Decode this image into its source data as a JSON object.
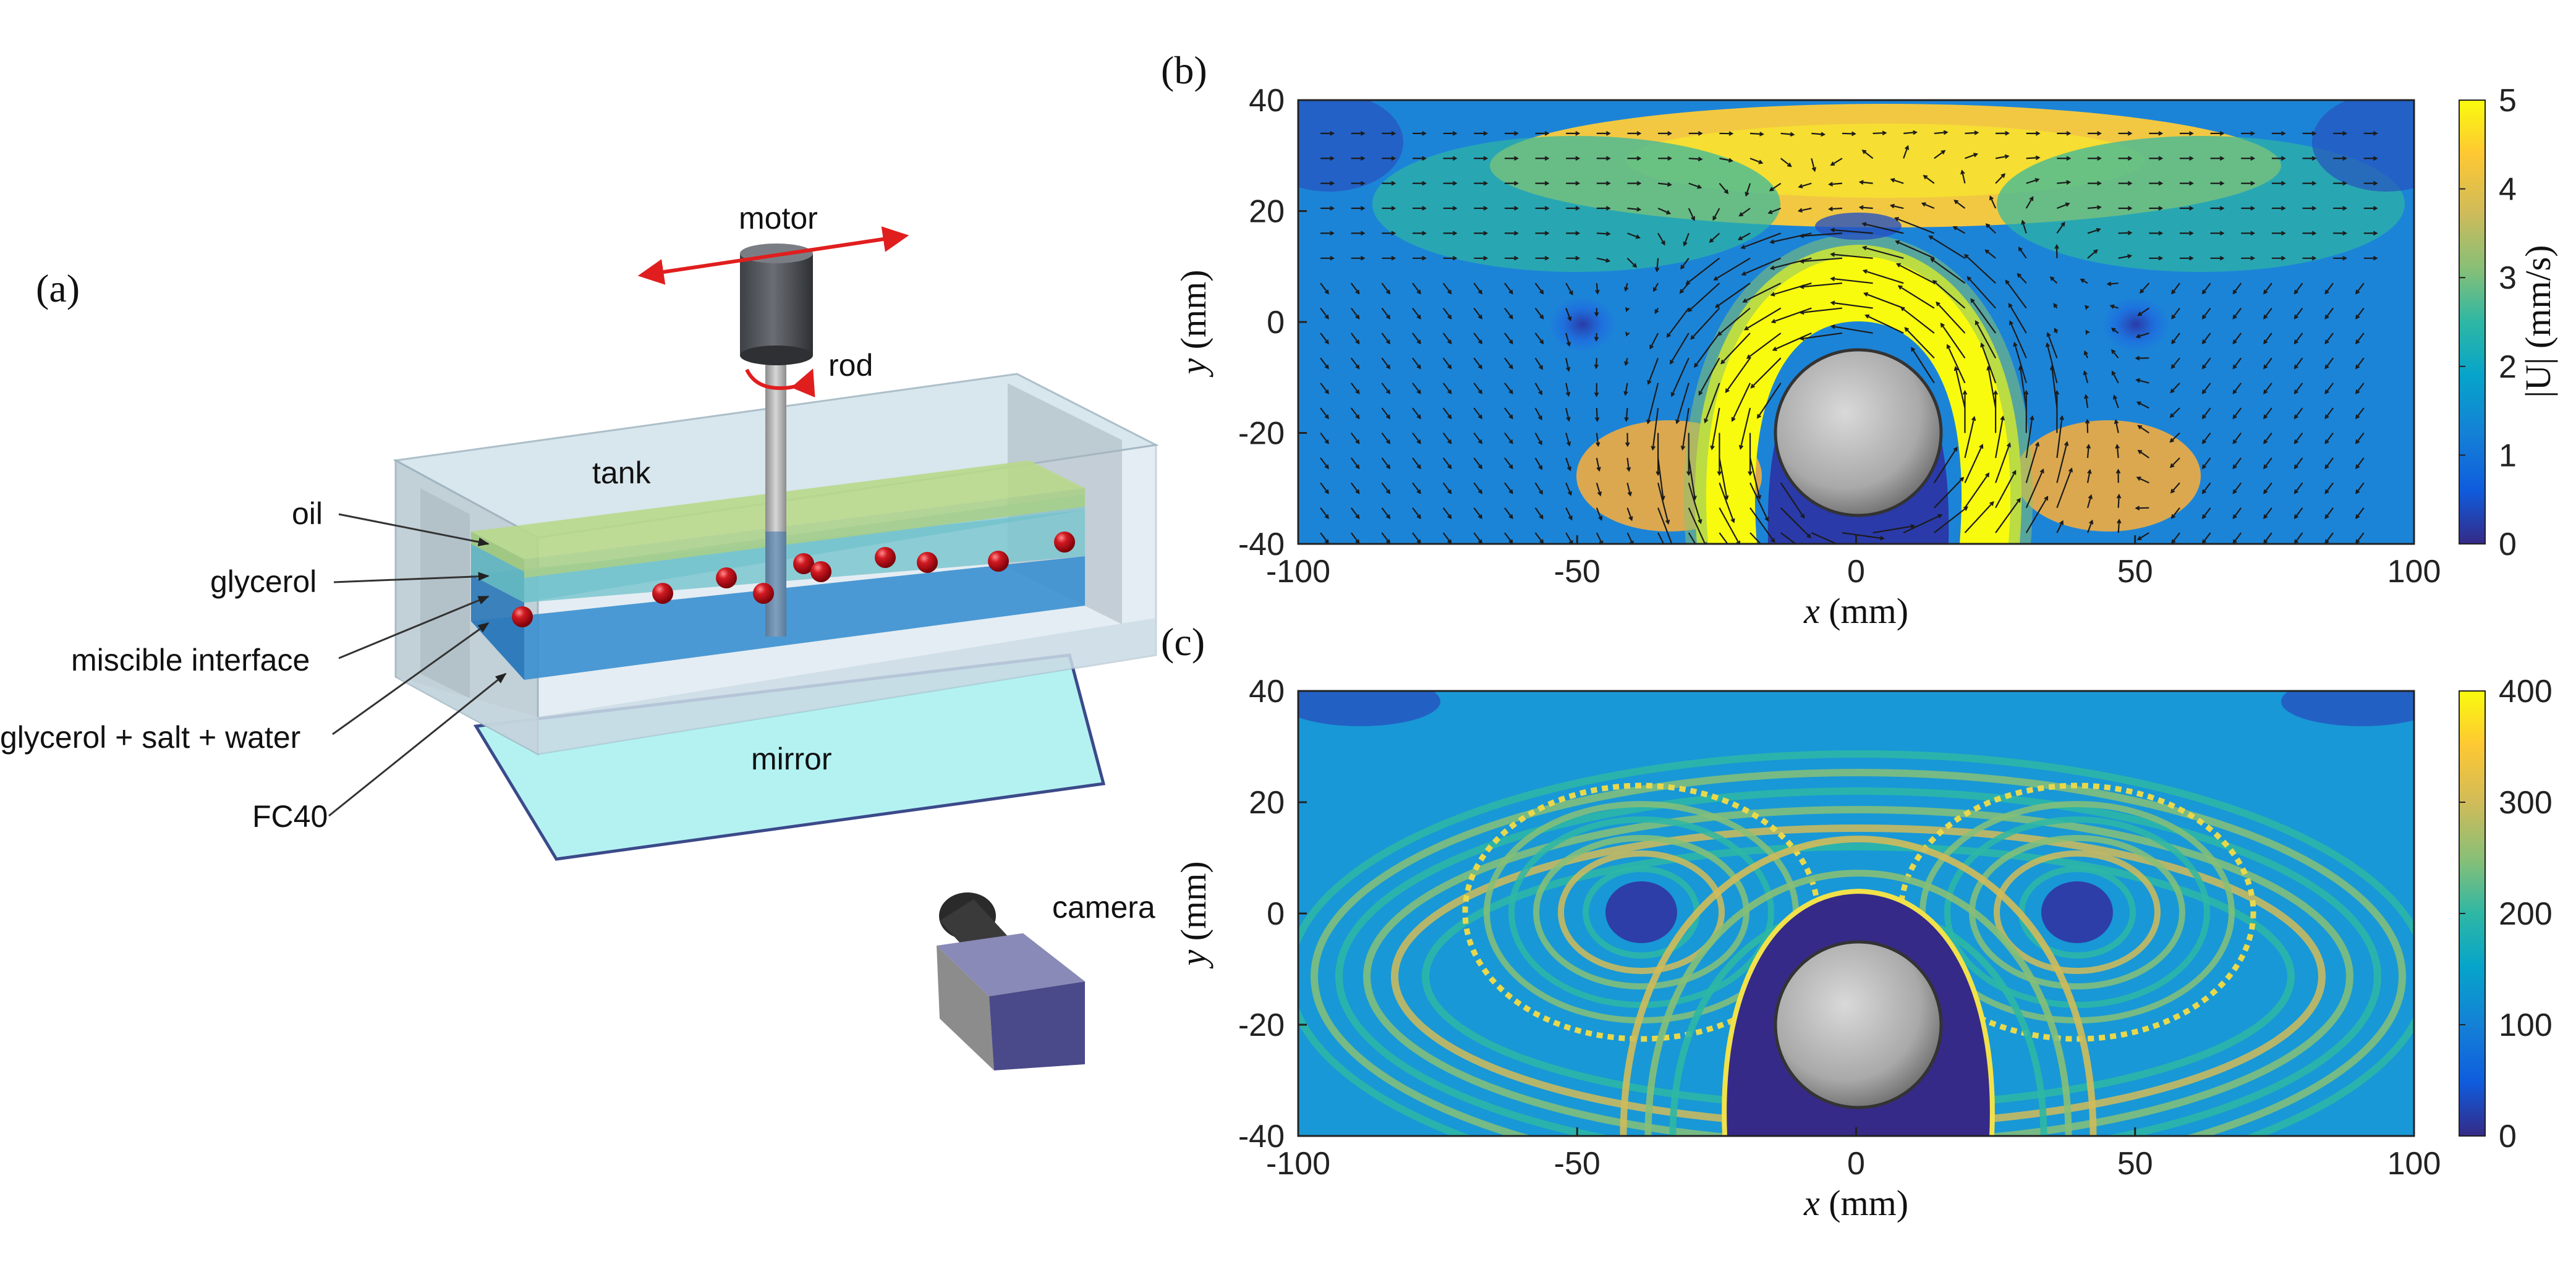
{
  "panels": {
    "a": "(a)",
    "b": "(b)",
    "c": "(c)"
  },
  "schematic": {
    "labels": {
      "motor": "motor",
      "rod": "rod",
      "tank": "tank",
      "oil": "oil",
      "glycerol": "glycerol",
      "miscible_interface": "miscible interface",
      "glycerol_salt_water": "glycerol + salt + water",
      "fc40": "FC40",
      "mirror": "mirror",
      "camera": "camera"
    },
    "colors": {
      "tank": "#c9dce6",
      "oil": "#b8d88a",
      "glycerol": "#7dc6cf",
      "lower_layer": "#3a8fd0",
      "mirror": "#b4f2f2",
      "particles": "#c8101c",
      "arrows": "#e01e1e",
      "camera_body": "#4a4a8a"
    }
  },
  "chart_data": [
    {
      "type": "heatmap",
      "panel": "(b)",
      "xlabel_var": "x",
      "xlabel_unit": " (mm)",
      "ylabel_var": "y",
      "ylabel_unit": " (mm)",
      "xlim": [
        -100,
        100
      ],
      "ylim": [
        -40,
        40
      ],
      "xticks": [
        -100,
        -50,
        0,
        50,
        100
      ],
      "yticks": [
        -40,
        -20,
        0,
        20,
        40
      ],
      "colorbar": {
        "label": "|U| (mm/s)",
        "range": [
          0,
          5
        ],
        "ticks": [
          0,
          1,
          2,
          3,
          4,
          5
        ],
        "colormap": "parula"
      },
      "features": {
        "cylinder_center": [
          0,
          -20
        ],
        "cylinder_radius": 15,
        "vortex_centers": [
          [
            -40,
            0
          ],
          [
            40,
            0
          ]
        ],
        "quiver": true
      }
    },
    {
      "type": "heatmap",
      "panel": "(c)",
      "xlabel_var": "x",
      "xlabel_unit": " (mm)",
      "ylabel_var": "y",
      "ylabel_unit": " (mm)",
      "xlim": [
        -100,
        100
      ],
      "ylim": [
        -40,
        40
      ],
      "xticks": [
        -100,
        -50,
        0,
        50,
        100
      ],
      "yticks": [
        -40,
        -20,
        0,
        20,
        40
      ],
      "colorbar": {
        "label": "",
        "range": [
          0,
          400
        ],
        "ticks": [
          0,
          100,
          200,
          300,
          400
        ],
        "colormap": "parula"
      },
      "features": {
        "cylinder_center": [
          0,
          -20
        ],
        "cylinder_radius": 15,
        "vortex_centers": [
          [
            -40,
            0
          ],
          [
            40,
            0
          ]
        ]
      }
    }
  ]
}
